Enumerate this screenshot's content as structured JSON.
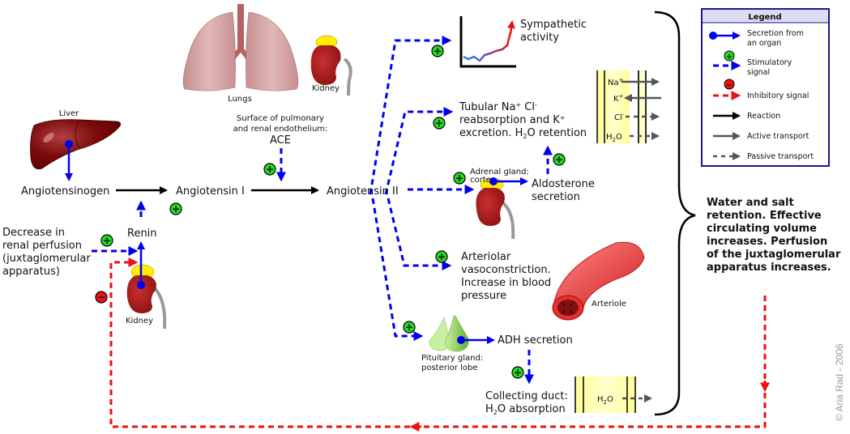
{
  "legend": {
    "title": "Legend",
    "items": [
      {
        "label_1": "Secretion from",
        "label_2": "an organ",
        "icon": "secretion-arrow"
      },
      {
        "label_1": "Stimulatory",
        "label_2": "signal",
        "icon": "stimulatory-arrow"
      },
      {
        "label_1": "Inhibitory signal",
        "label_2": "",
        "icon": "inhibitory-arrow"
      },
      {
        "label_1": "Reaction",
        "label_2": "",
        "icon": "reaction-arrow"
      },
      {
        "label_1": "Active transport",
        "label_2": "",
        "icon": "active-transport-arrow"
      },
      {
        "label_1": "Passive transport",
        "label_2": "",
        "icon": "passive-transport-arrow"
      }
    ]
  },
  "organs": {
    "liver": "Liver",
    "lungs": "Lungs",
    "kidney_top": "Kidney",
    "kidney_left": "Kidney",
    "adrenal_1": "Adrenal gland:",
    "adrenal_2": "cortex",
    "pituitary_1": "Pituitary gland:",
    "pituitary_2": "posterior lobe",
    "arteriole": "Arteriole"
  },
  "nodes": {
    "angiotensinogen": "Angiotensinogen",
    "angiotensin_1": "Angiotensin I",
    "angiotensin_2": "Angiotensin II",
    "renin": "Renin",
    "ace_1": "Surface of pulmonary",
    "ace_2": "and renal endothelium:",
    "ace_3": "ACE",
    "perfusion": [
      "Decrease in",
      "renal perfusion",
      "(juxtaglomerular",
      "apparatus)"
    ],
    "sympathetic": [
      "Sympathetic",
      "activity"
    ],
    "tubular_1a": "Tubular Na",
    "tubular_1b": "+",
    "tubular_1c": " Cl",
    "tubular_1d": "-",
    "tubular_2a": "reabsorption and K",
    "tubular_2b": "+",
    "tubular_3a": "excretion. H",
    "tubular_3b": "2",
    "tubular_3c": "O retention",
    "aldosterone": [
      "Aldosterone",
      "secretion"
    ],
    "arteriolar": [
      "Arteriolar",
      "vasoconstriction.",
      "Increase in blood",
      "pressure"
    ],
    "adh": "ADH secretion",
    "collecting_1": "Collecting duct:",
    "collecting_2a": "H",
    "collecting_2b": "2",
    "collecting_2c": "O absorption"
  },
  "ions": {
    "na": "Na",
    "na_sup": "+",
    "k": "K",
    "k_sup": "+",
    "cl": "Cl",
    "cl_sup": "-",
    "h2o_h": "H",
    "h2o_sub": "2",
    "h2o_o": "O"
  },
  "outcome": [
    "Water and salt",
    "retention. Effective",
    "circulating volume",
    "increases. Perfusion",
    "of the juxtaglomerular",
    "apparatus increases."
  ],
  "signs": {
    "plus": "+",
    "minus": "−"
  },
  "copyright": "© Aria Rad - 2006",
  "colors": {
    "stimulatory": "#0000ee",
    "inhibitory": "#ee1111",
    "plus_badge": "#22dd22",
    "minus_badge": "#ee1111",
    "legend_border": "#1a1a8c",
    "legend_header": "#dcdcf4",
    "tubule": "#ffffb0"
  }
}
